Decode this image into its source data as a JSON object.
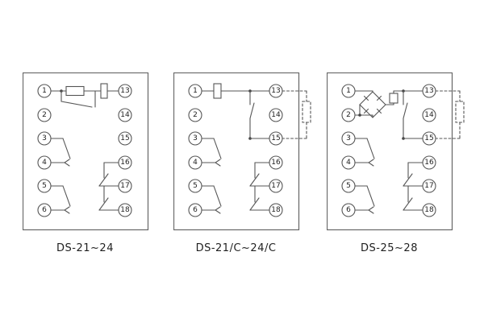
{
  "background": "#ffffff",
  "line_color": "#555555",
  "panels": [
    {
      "caption": "DS-21~24",
      "left": [
        "1",
        "2",
        "3",
        "4",
        "5",
        "6"
      ],
      "right": [
        "13",
        "14",
        "15",
        "16",
        "17",
        "18"
      ]
    },
    {
      "caption": "DS-21/C~24/C",
      "left": [
        "1",
        "2",
        "3",
        "4",
        "5",
        "6"
      ],
      "right": [
        "13",
        "14",
        "15",
        "16",
        "17",
        "18"
      ]
    },
    {
      "caption": "DS-25~28",
      "left": [
        "1",
        "2",
        "3",
        "4",
        "5",
        "6"
      ],
      "right": [
        "13",
        "14",
        "15",
        "16",
        "17",
        "18"
      ]
    }
  ]
}
